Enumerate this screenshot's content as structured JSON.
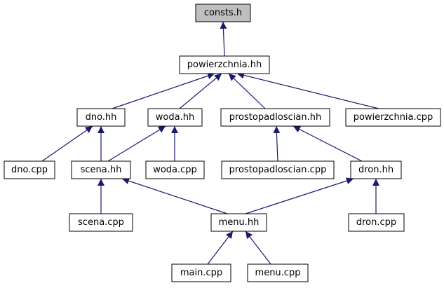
{
  "diagram": {
    "colors": {
      "edge": "#191970",
      "root_fill": "#bfbfbf",
      "node_fill": "#ffffff",
      "node_border": "#000000"
    },
    "nodes": {
      "consts_h": "consts.h",
      "powierzchnia_hh": "powierzchnia.hh",
      "dno_hh": "dno.hh",
      "woda_hh": "woda.hh",
      "prostopadloscian_hh": "prostopadloscian.hh",
      "powierzchnia_cpp": "powierzchnia.cpp",
      "dno_cpp": "dno.cpp",
      "scena_hh": "scena.hh",
      "woda_cpp": "woda.cpp",
      "prostopadloscian_cpp": "prostopadloscian.cpp",
      "dron_hh": "dron.hh",
      "scena_cpp": "scena.cpp",
      "menu_hh": "menu.hh",
      "dron_cpp": "dron.cpp",
      "main_cpp": "main.cpp",
      "menu_cpp": "menu.cpp"
    },
    "edges": [
      [
        "powierzchnia_hh",
        "consts_h"
      ],
      [
        "dno_hh",
        "powierzchnia_hh"
      ],
      [
        "woda_hh",
        "powierzchnia_hh"
      ],
      [
        "prostopadloscian_hh",
        "powierzchnia_hh"
      ],
      [
        "powierzchnia_cpp",
        "powierzchnia_hh"
      ],
      [
        "dno_cpp",
        "dno_hh"
      ],
      [
        "scena_hh",
        "dno_hh"
      ],
      [
        "scena_hh",
        "woda_hh"
      ],
      [
        "woda_cpp",
        "woda_hh"
      ],
      [
        "prostopadloscian_cpp",
        "prostopadloscian_hh"
      ],
      [
        "dron_hh",
        "prostopadloscian_hh"
      ],
      [
        "scena_cpp",
        "scena_hh"
      ],
      [
        "menu_hh",
        "scena_hh"
      ],
      [
        "menu_hh",
        "dron_hh"
      ],
      [
        "dron_cpp",
        "dron_hh"
      ],
      [
        "main_cpp",
        "menu_hh"
      ],
      [
        "menu_cpp",
        "menu_hh"
      ]
    ]
  }
}
